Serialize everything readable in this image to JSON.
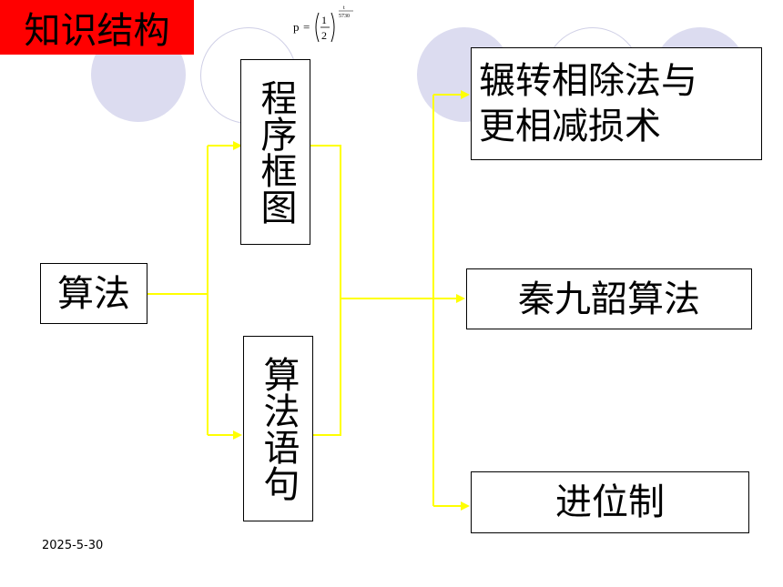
{
  "header": {
    "title": "知识结构"
  },
  "formula": {
    "lhs": "p",
    "eq": "=",
    "num": "1",
    "den": "2",
    "exp_num": "t",
    "exp_den": "5730"
  },
  "diagram": {
    "root": "算法",
    "mid_top": "程序框图",
    "mid_bottom": "算法语句",
    "right_top_line1": "辗转相除法与",
    "right_top_line2": "更相减损术",
    "right_mid": "秦九韶算法",
    "right_bottom": "进位制"
  },
  "footer": {
    "date": "2025-5-30"
  },
  "colors": {
    "title_bg": "#ff0000",
    "connector": "#ffff00",
    "deco_fill": "#dcdcf0",
    "deco_stroke": "#cfcfe6"
  }
}
